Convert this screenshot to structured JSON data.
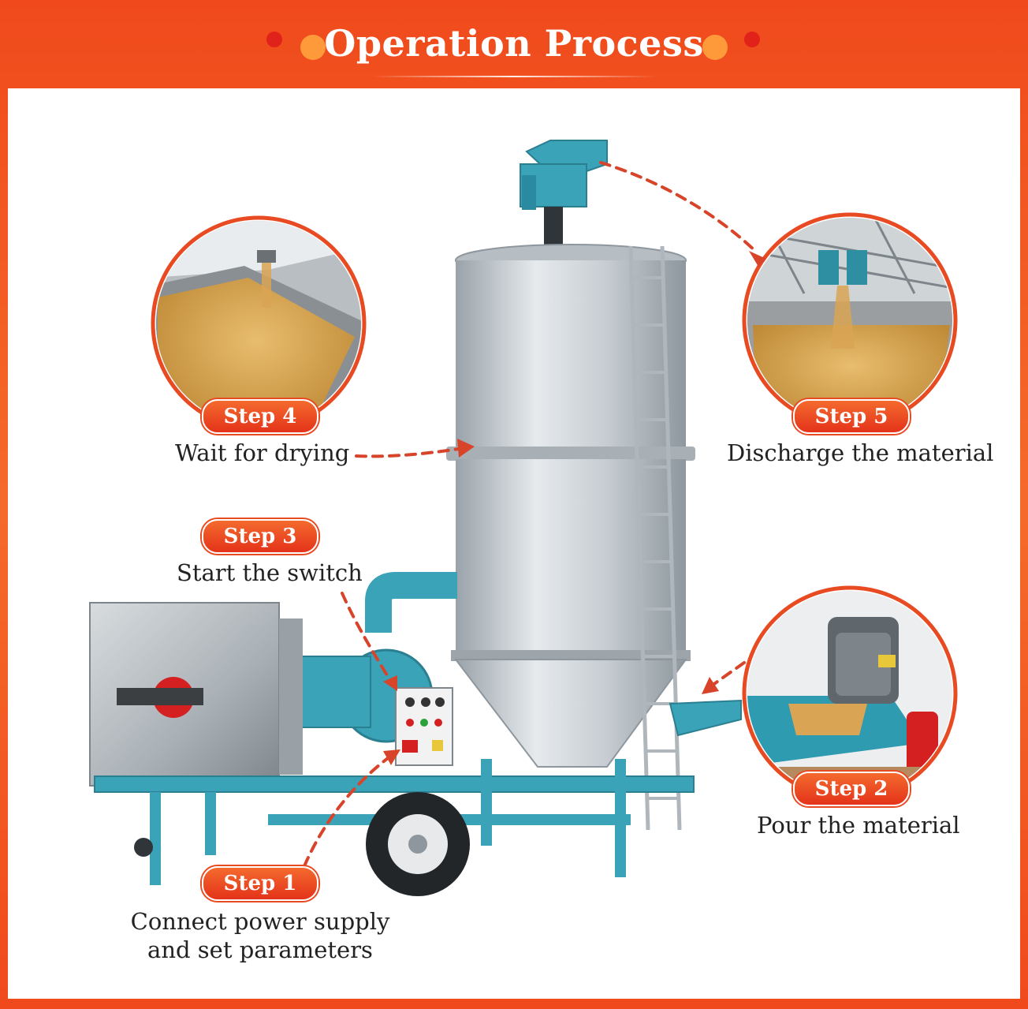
{
  "header": {
    "title": "Operation Process"
  },
  "steps": [
    {
      "badge": "Step 1",
      "caption_line1": "Connect power supply",
      "caption_line2": "and set parameters"
    },
    {
      "badge": "Step 2",
      "caption": "Pour the material"
    },
    {
      "badge": "Step 3",
      "caption": "Start the switch"
    },
    {
      "badge": "Step 4",
      "caption": "Wait for drying"
    },
    {
      "badge": "Step 5",
      "caption": "Discharge the material"
    }
  ],
  "colors": {
    "accent": "#f04a1c",
    "badge": "#e84a22",
    "arrow": "#d8442a",
    "machine_teal": "#3aa3b8",
    "steel": "#c9cfd4",
    "grain": "#d9a554"
  },
  "icons": [
    "step1-arrow-icon",
    "step2-arrow-icon",
    "step3-arrow-icon",
    "step4-arrow-icon",
    "step5-arrow-icon"
  ]
}
